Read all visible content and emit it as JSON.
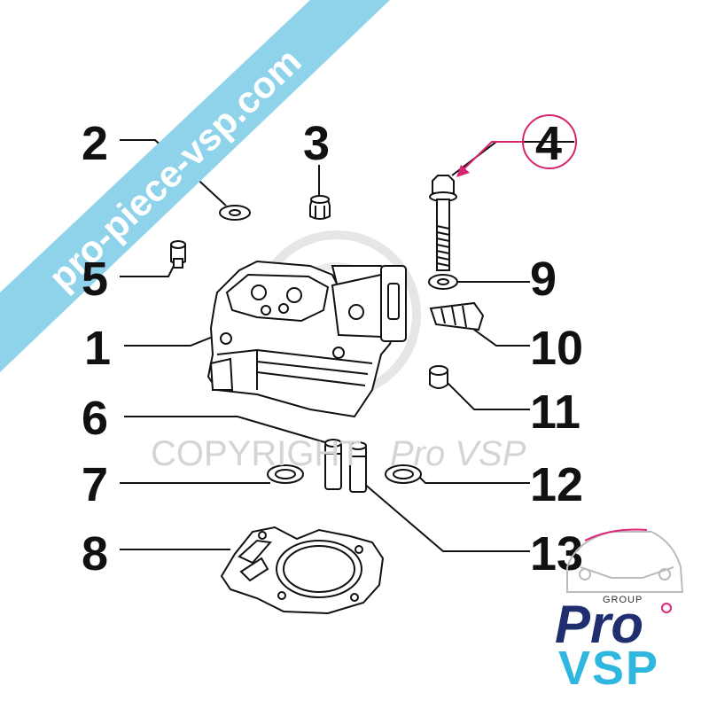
{
  "banner": {
    "text": "pro-piece-vsp.com",
    "color": "#8fd3ea"
  },
  "watermark": {
    "copyright": "COPYRIGHT",
    "brand": "Pro VSP"
  },
  "callouts": {
    "n1": "1",
    "n2": "2",
    "n3": "3",
    "n4": "4",
    "n5": "5",
    "n6": "6",
    "n7": "7",
    "n8": "8",
    "n9": "9",
    "n10": "10",
    "n11": "11",
    "n12": "12",
    "n13": "13"
  },
  "highlight": {
    "target": "4",
    "color": "#d6246e"
  },
  "logo": {
    "group": "GROUP",
    "pro": "Pro",
    "vsp": "VSP",
    "colors": {
      "pro": "#1e2e6e",
      "vsp": "#2fb7e0",
      "accent": "#e0247a"
    }
  }
}
